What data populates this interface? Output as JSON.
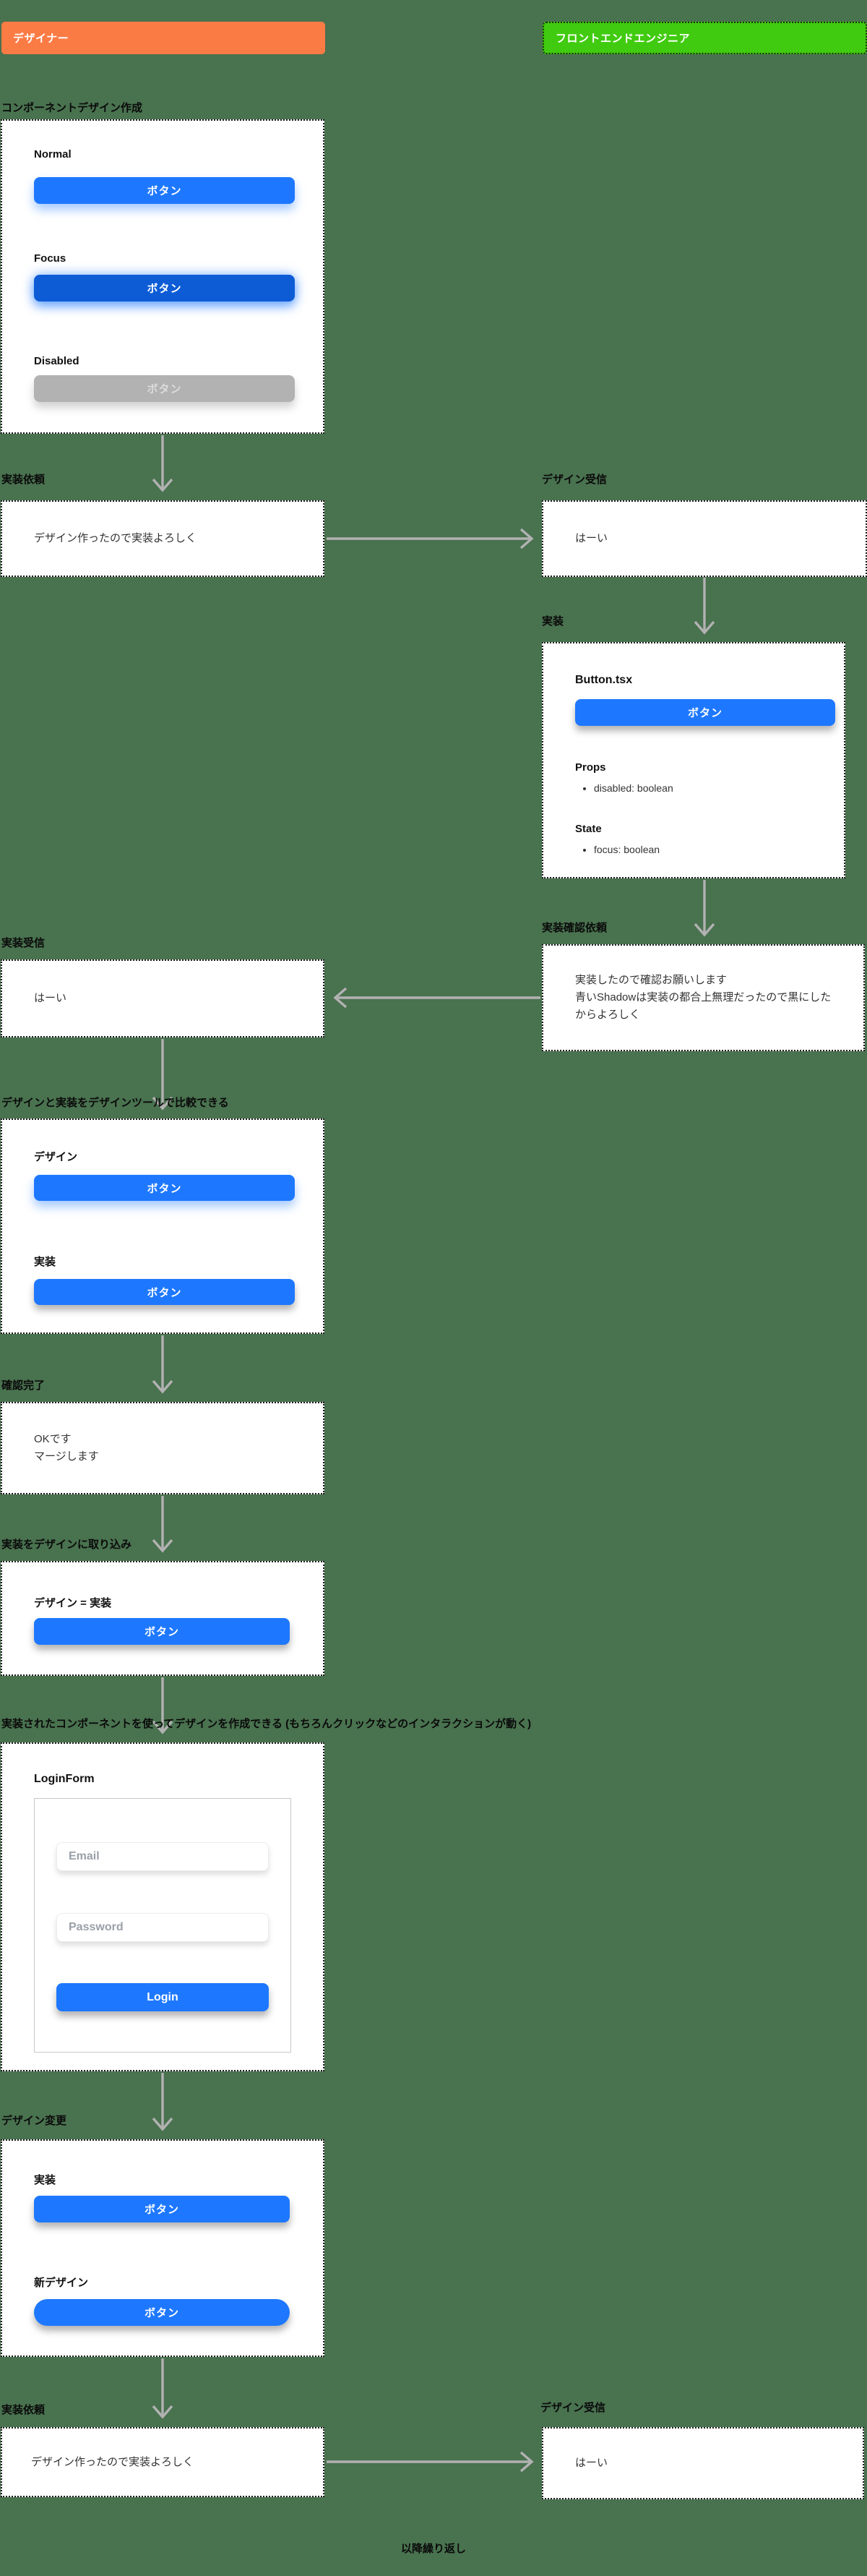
{
  "actors": {
    "designer": "デザイナー",
    "engineer": "フロントエンドエンジニア"
  },
  "common": {
    "button_label": "ボタン"
  },
  "colors": {
    "background": "#49724F",
    "designer_accent": "#FB7B45",
    "engineer_accent": "#41CB10",
    "primary_blue": "#1E78FF",
    "focus_blue": "#0D5CD6",
    "disabled_gray": "#B2B2B2",
    "arrow_gray": "#B2B2B2"
  },
  "flow": {
    "component_design": {
      "title": "コンポーネントデザイン作成",
      "normal_label": "Normal",
      "focus_label": "Focus",
      "disabled_label": "Disabled"
    },
    "impl_request_1": {
      "title": "実装依頼",
      "message": "デザイン作ったので実装よろしく"
    },
    "design_received_1": {
      "title": "デザイン受信",
      "message": "はーい"
    },
    "implementation": {
      "title": "実装",
      "file_name": "Button.tsx",
      "props_heading": "Props",
      "props_items": [
        "disabled: boolean"
      ],
      "state_heading": "State",
      "state_items": [
        "focus: boolean"
      ]
    },
    "impl_review_request": {
      "title": "実装確認依頼",
      "message_lines": [
        "実装したので確認お願いします",
        "青いShadowは実装の都合上無理だったので黒にしたからよろしく"
      ]
    },
    "impl_received": {
      "title": "実装受信",
      "message": "はーい"
    },
    "compare": {
      "title": "デザインと実装をデザインツールで比較できる",
      "design_label": "デザイン",
      "impl_label": "実装"
    },
    "review_done": {
      "title": "確認完了",
      "message_lines": [
        "OKです",
        "マージします"
      ]
    },
    "merge_into_design": {
      "title": "実装をデザインに取り込み",
      "equation_label": "デザイン = 実装"
    },
    "use_components": {
      "title": "実装されたコンポーネントを使ってデザインを作成できる (もちろんクリックなどのインタラクションが動く)",
      "form_name": "LoginForm",
      "email_placeholder": "Email",
      "password_placeholder": "Password",
      "login_label": "Login"
    },
    "design_change": {
      "title": "デザイン変更",
      "impl_label": "実装",
      "new_design_label": "新デザイン"
    },
    "impl_request_2": {
      "title": "実装依頼",
      "message": "デザイン作ったので実装よろしく"
    },
    "design_received_2": {
      "title": "デザイン受信",
      "message": "はーい"
    },
    "repeat_note": "以降繰り返し"
  }
}
